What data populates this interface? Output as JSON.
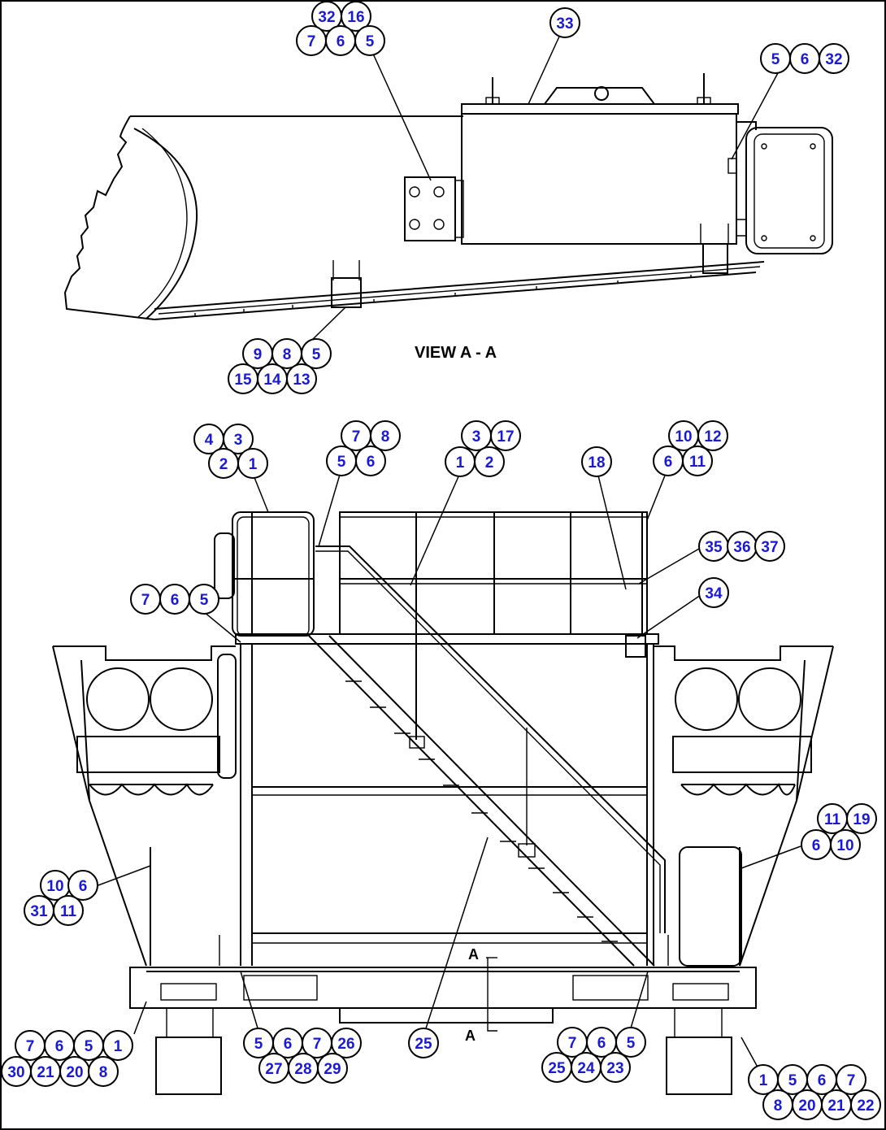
{
  "view_label": "VIEW A - A",
  "section_marker_top": "A",
  "section_marker_bottom": "A",
  "callouts": {
    "top_left_group": [
      "32",
      "16",
      "7",
      "6",
      "5"
    ],
    "top_center": [
      "33"
    ],
    "top_right_group": [
      "5",
      "6",
      "32"
    ],
    "view_bottom_group": [
      "9",
      "8",
      "5",
      "15",
      "14",
      "13"
    ],
    "rail_left_group": [
      "4",
      "3",
      "2",
      "1"
    ],
    "rail_mid_left_group": [
      "7",
      "8",
      "5",
      "6"
    ],
    "rail_mid_group": [
      "3",
      "17",
      "1",
      "2"
    ],
    "rail_18": [
      "18"
    ],
    "rail_right_group": [
      "10",
      "12",
      "6",
      "11"
    ],
    "rail_35_37": [
      "35",
      "36",
      "37"
    ],
    "rail_34": [
      "34"
    ],
    "frame_left_group": [
      "7",
      "6",
      "5"
    ],
    "right_side_group": [
      "11",
      "19",
      "6",
      "10"
    ],
    "left_side_group": [
      "10",
      "6",
      "31",
      "11"
    ],
    "bottom_far_left": [
      "7",
      "6",
      "5",
      "1",
      "30",
      "21",
      "20",
      "8"
    ],
    "bottom_left_mid": [
      "5",
      "6",
      "7",
      "26",
      "27",
      "28",
      "29"
    ],
    "bottom_center": [
      "25"
    ],
    "bottom_right_mid": [
      "7",
      "6",
      "5",
      "25",
      "24",
      "23"
    ],
    "bottom_far_right": [
      "1",
      "5",
      "6",
      "7",
      "8",
      "20",
      "21",
      "22"
    ]
  }
}
